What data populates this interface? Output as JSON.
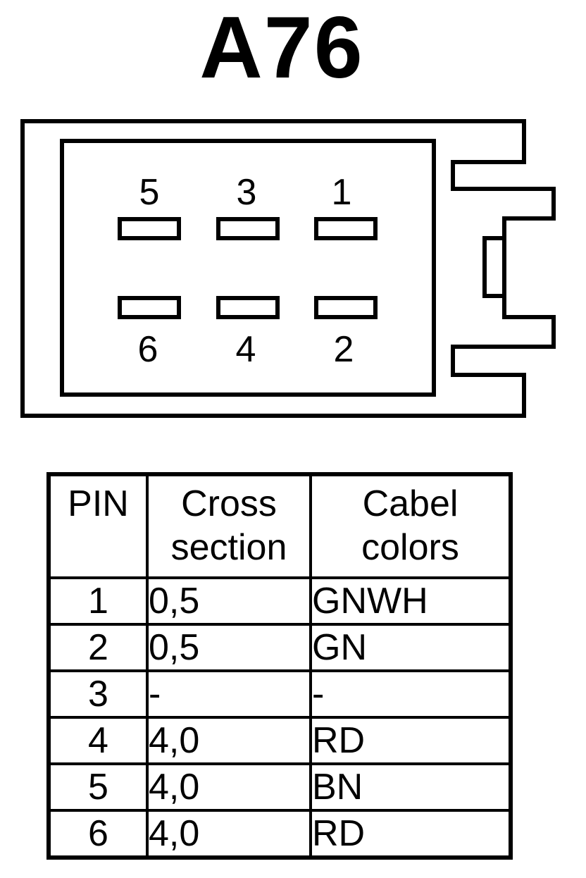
{
  "title": "A76",
  "connector": {
    "top_row_labels": [
      "5",
      "3",
      "1"
    ],
    "bottom_row_labels": [
      "6",
      "4",
      "2"
    ]
  },
  "table": {
    "headers": {
      "pin": "PIN",
      "cross_section": [
        "Cross",
        "section"
      ],
      "cabel_colors": [
        "Cabel",
        "colors"
      ]
    },
    "rows": [
      {
        "pin": "1",
        "cross_section": "0,5",
        "color": "GNWH"
      },
      {
        "pin": "2",
        "cross_section": "0,5",
        "color": "GN"
      },
      {
        "pin": "3",
        "cross_section": "-",
        "color": "-"
      },
      {
        "pin": "4",
        "cross_section": "4,0",
        "color": "RD"
      },
      {
        "pin": "5",
        "cross_section": "4,0",
        "color": "BN"
      },
      {
        "pin": "6",
        "cross_section": "4,0",
        "color": "RD"
      }
    ]
  }
}
